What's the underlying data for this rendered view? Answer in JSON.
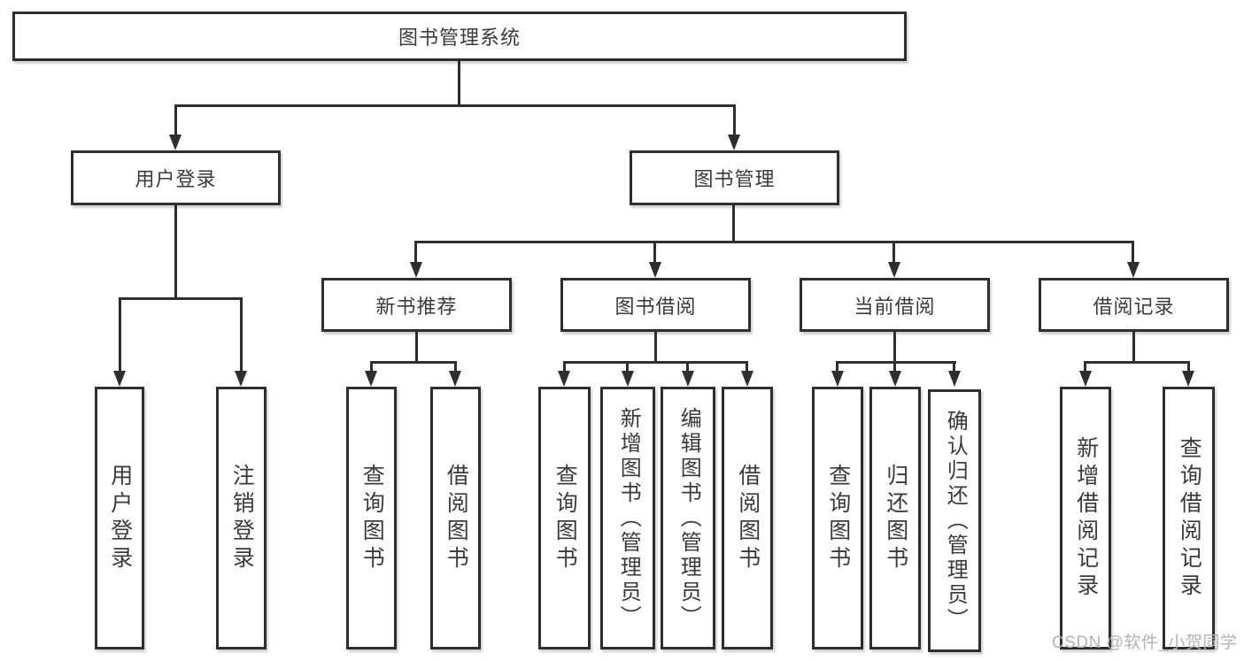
{
  "tree": {
    "label": "图书管理系统",
    "children": [
      {
        "label": "用户登录",
        "children": [
          {
            "label": "用户登录"
          },
          {
            "label": "注销登录"
          }
        ]
      },
      {
        "label": "图书管理",
        "children": [
          {
            "label": "新书推荐",
            "children": [
              {
                "label": "查询图书"
              },
              {
                "label": "借阅图书"
              }
            ]
          },
          {
            "label": "图书借阅",
            "children": [
              {
                "label": "查询图书"
              },
              {
                "label": "新增图书（管理员）"
              },
              {
                "label": "编辑图书（管理员）"
              },
              {
                "label": "借阅图书"
              }
            ]
          },
          {
            "label": "当前借阅",
            "children": [
              {
                "label": "查询图书"
              },
              {
                "label": "归还图书"
              },
              {
                "label": "确认归还（管理员）"
              }
            ]
          },
          {
            "label": "借阅记录",
            "children": [
              {
                "label": "新增借阅记录"
              },
              {
                "label": "查询借阅记录"
              }
            ]
          }
        ]
      }
    ]
  },
  "watermark": {
    "text": "CSDN @软件_小贺同学"
  },
  "colors": {
    "line": "#2e2e2e",
    "text": "#3a3a3a",
    "background": "#ffffff",
    "watermark": "#b3b3b3"
  }
}
